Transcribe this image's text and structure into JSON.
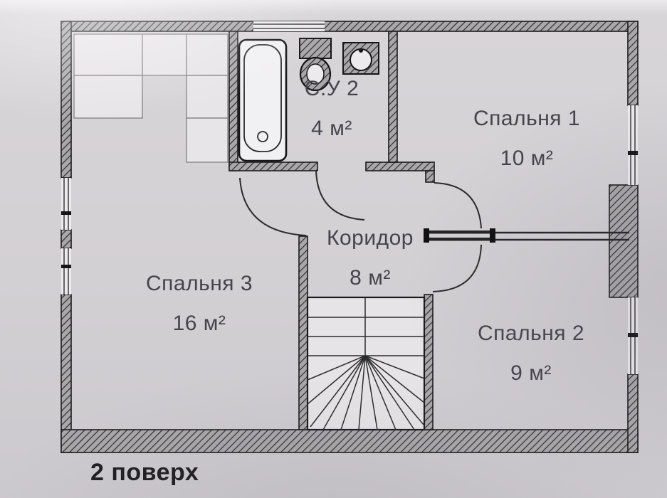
{
  "document": {
    "caption": "2 поверх",
    "rooms": [
      {
        "id": "bathroom-2",
        "name": "С.У 2",
        "area": "4 м²"
      },
      {
        "id": "bedroom-1",
        "name": "Спальня 1",
        "area": "10 м²"
      },
      {
        "id": "corridor",
        "name": "Коридор",
        "area": "8 м²"
      },
      {
        "id": "bedroom-3",
        "name": "Спальня 3",
        "area": "16 м²"
      },
      {
        "id": "bedroom-2",
        "name": "Спальня 2",
        "area": "9 м²"
      }
    ],
    "colors": {
      "paper": "#d3d0d4",
      "wall_fill": "#a9a7aa",
      "wall_line": "#1b1b1d",
      "text": "#45444b"
    }
  }
}
